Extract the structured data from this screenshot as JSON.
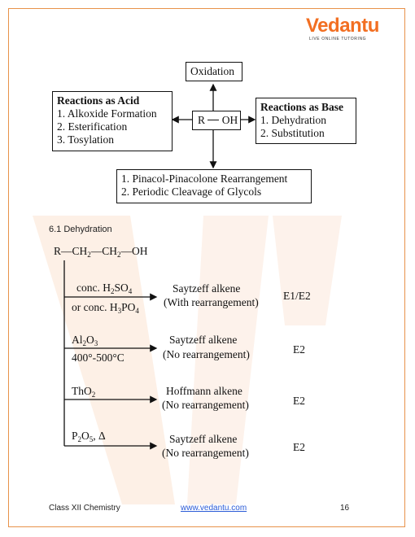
{
  "brand": {
    "name": "Vedantu",
    "tagline": "LIVE ONLINE TUTORING",
    "color": "#f26f22"
  },
  "diagram1": {
    "oxidation": "Oxidation",
    "center": {
      "left": "R",
      "right": "OH"
    },
    "acid_box": {
      "title": "Reactions as Acid",
      "items": [
        "1. Alkoxide Formation",
        "2. Esterification",
        "3. Tosylation"
      ]
    },
    "base_box": {
      "title": "Reactions as Base",
      "items": [
        "1. Dehydration",
        "2. Substitution"
      ]
    },
    "bottom_box": {
      "items": [
        "1. Pinacol-Pinacolone Rearrangement",
        "2. Periodic Cleavage of Glycols"
      ]
    }
  },
  "section_title": "6.1 Dehydration",
  "dehydration": {
    "substrate": "R—CH₂—CH₂—OH",
    "rows": [
      {
        "reagent_top": "conc. H₂SO₄",
        "reagent_bottom": "or conc. H₃PO₄",
        "product": "Saytzeff alkene",
        "note": "(With rearrangement)",
        "mechanism": "E1/E2"
      },
      {
        "reagent_top": "Al₂O₃",
        "reagent_bottom": "400°-500°C",
        "product": "Saytzeff alkene",
        "note": "(No rearrangement)",
        "mechanism": "E2"
      },
      {
        "reagent_top": "ThO₂",
        "reagent_bottom": "",
        "product": "Hoffmann alkene",
        "note": "(No rearrangement)",
        "mechanism": "E2"
      },
      {
        "reagent_top": "P₂O₅, Δ",
        "reagent_bottom": "",
        "product": "Saytzeff alkene",
        "note": "(No rearrangement)",
        "mechanism": "E2"
      }
    ]
  },
  "footer": {
    "left": "Class XII Chemistry",
    "center": "www.vedantu.com",
    "right": "16"
  }
}
